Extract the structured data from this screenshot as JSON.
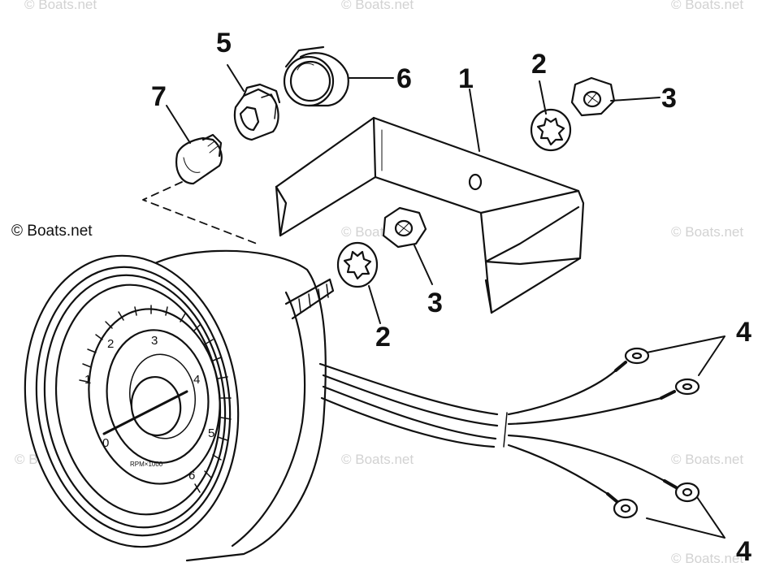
{
  "watermarks": [
    "© Boats.net",
    "© Boats.net",
    "© Boats.net",
    "© Boats.net",
    "© Boats.net",
    "© Boats.net",
    "© Boats.net",
    "© Boats.net",
    "© Boats.net"
  ],
  "copyright": "© Boats.net",
  "callouts": {
    "bracket": "1",
    "washer_top": "2",
    "nut_top": "3",
    "nut_bottom": "3",
    "washer_bottom": "2",
    "terminals_top": "4",
    "terminals_bottom": "4",
    "socket": "5",
    "lens": "6",
    "bulb": "7"
  },
  "dial": {
    "numbers": [
      "1",
      "2",
      "3",
      "4",
      "5",
      "6",
      "0"
    ],
    "label": "RPM×1000"
  }
}
